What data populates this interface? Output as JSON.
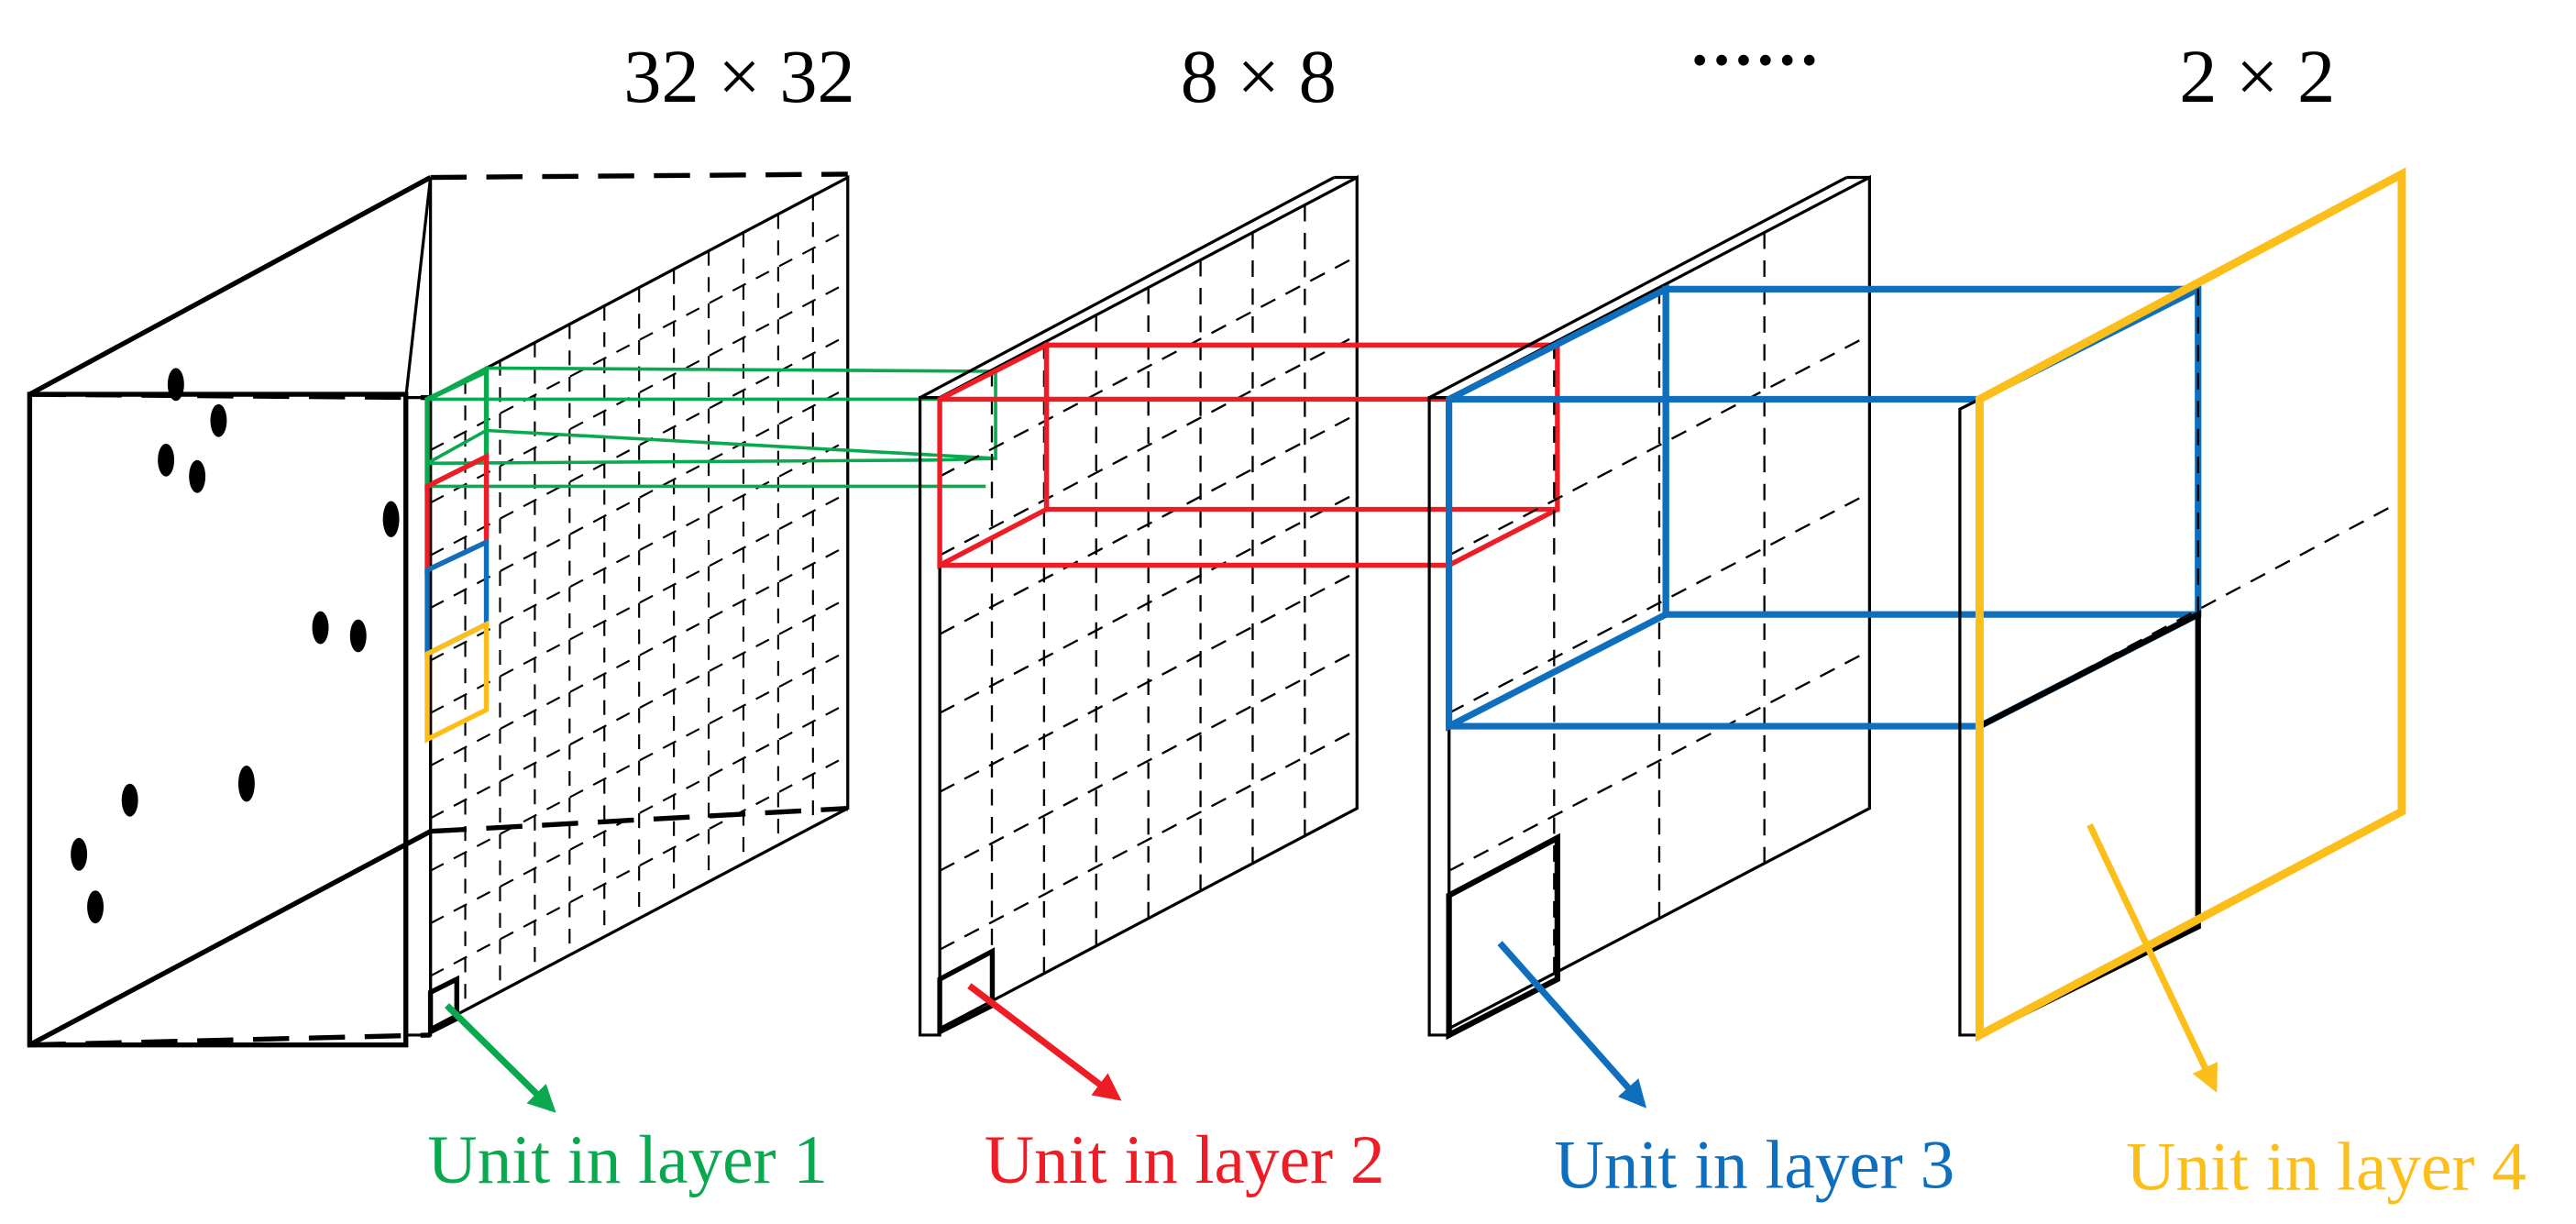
{
  "headers": {
    "layer1_size": "32 × 32",
    "layer2_size": "8 × 8",
    "ellipsis": "······",
    "layer4_size": "2 × 2"
  },
  "captions": {
    "layer1": "Unit in layer 1",
    "layer2": "Unit in layer 2",
    "layer3": "Unit in layer 3",
    "layer4": "Unit in layer 4"
  },
  "colors": {
    "layer1": "#0aa84f",
    "layer2": "#ee1c24",
    "layer3": "#0f6fbd",
    "layer4": "#fbbe1a",
    "ink": "#000000"
  }
}
